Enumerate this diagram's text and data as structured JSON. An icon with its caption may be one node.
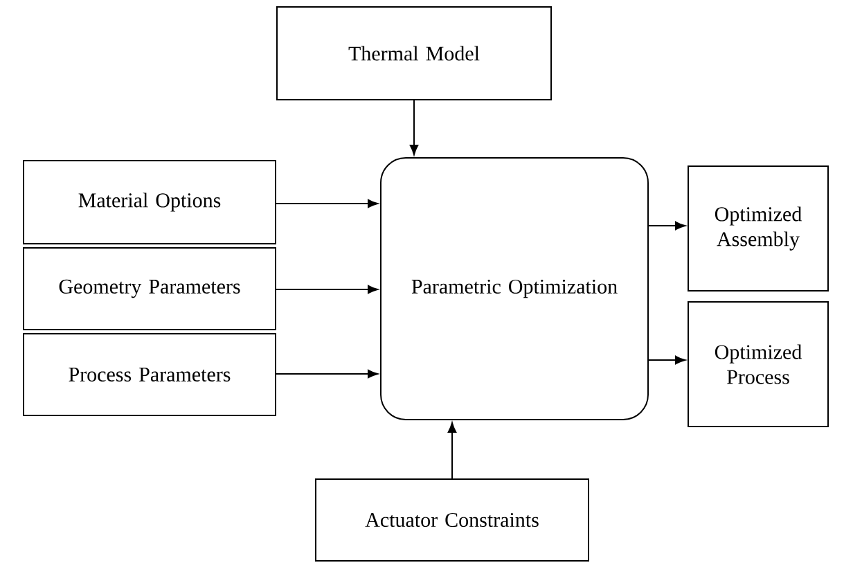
{
  "diagram": {
    "nodes": [
      {
        "text": [
          "Thermal Model"
        ]
      },
      {
        "text": [
          "Material Options"
        ]
      },
      {
        "text": [
          "Geometry Parameters"
        ]
      },
      {
        "text": [
          "Process Parameters"
        ]
      },
      {
        "text": [
          "Parametric Optimization"
        ]
      },
      {
        "text": [
          "Optimized Assembly"
        ]
      },
      {
        "text": [
          "Optimized Process"
        ]
      },
      {
        "text": [
          "Actuator Constraints"
        ]
      }
    ],
    "edges": [
      {
        "from": 0,
        "to": 4,
        "arrow": "to"
      },
      {
        "from": 1,
        "to": 4,
        "arrow": "to"
      },
      {
        "from": 2,
        "to": 4,
        "arrow": "to"
      },
      {
        "from": 3,
        "to": 4,
        "arrow": "to"
      },
      {
        "from": 7,
        "to": 4,
        "arrow": "to"
      },
      {
        "from": 4,
        "to": 5,
        "arrow": "to"
      },
      {
        "from": 4,
        "to": 6,
        "arrow": "to"
      }
    ]
  }
}
